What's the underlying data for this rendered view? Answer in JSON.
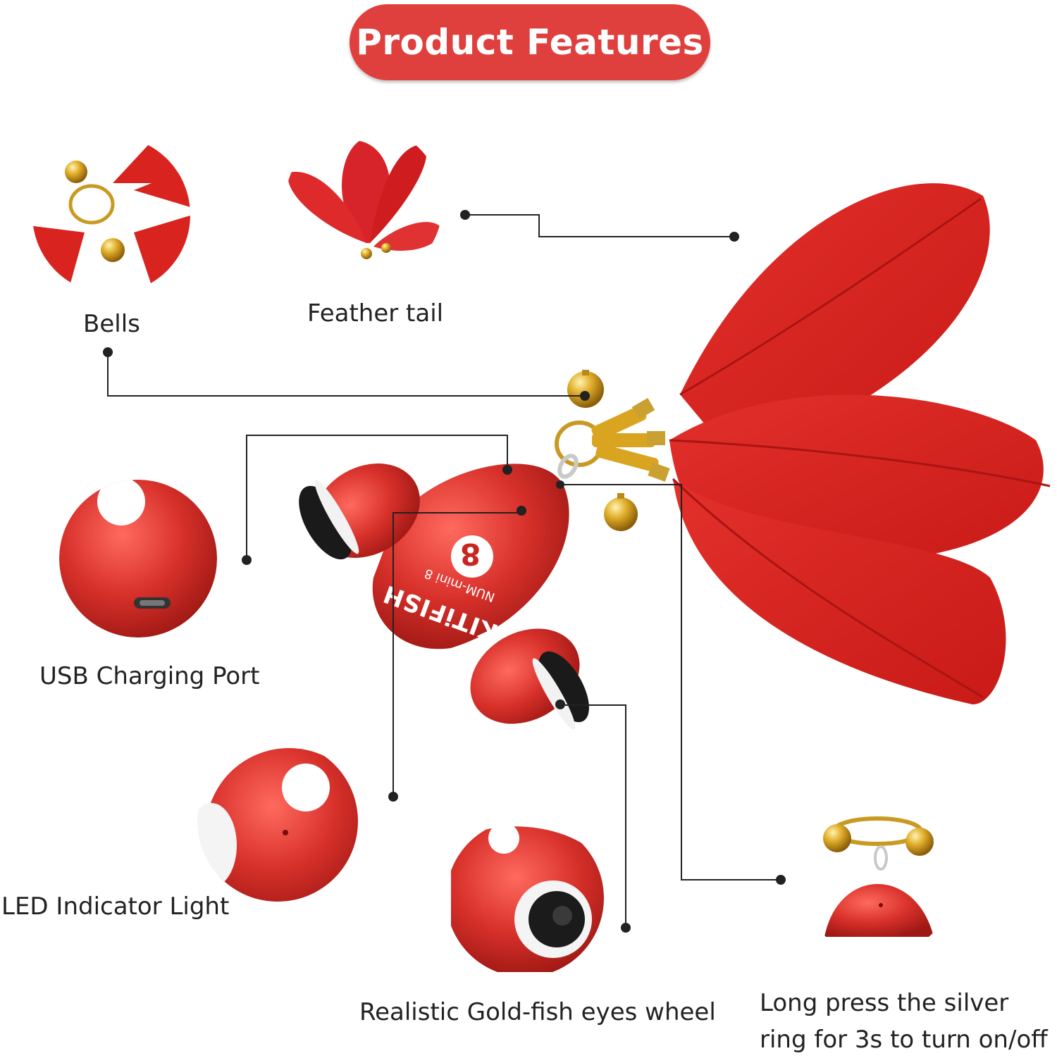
{
  "page": {
    "title": "Product Features"
  },
  "features": {
    "bells": "Bells",
    "feather_tail": "Feather tail",
    "usb_port": "USB Charging Port",
    "led_light": "LED Indicator Light",
    "eyes_wheel": "Realistic Gold-fish eyes wheel",
    "silver_ring": "Long press the silver ring for 3s to turn on/off"
  },
  "product": {
    "brand": "KITiFISH",
    "model": "NUM-mini 8",
    "ball_number": "8"
  },
  "colors": {
    "accent": "#e0403d",
    "feather_red": "#d8221f",
    "body_red": "#d42a25",
    "gold": "#d9a521",
    "connector_line": "#222222"
  }
}
